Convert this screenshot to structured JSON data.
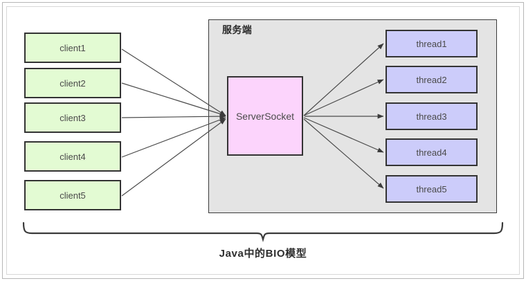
{
  "diagram": {
    "caption": "Java中的BIO模型",
    "server": {
      "label": "服务端",
      "socket": {
        "label": "ServerSocket"
      }
    },
    "clients": [
      {
        "label": "client1"
      },
      {
        "label": "client2"
      },
      {
        "label": "client3"
      },
      {
        "label": "client4"
      },
      {
        "label": "client5"
      }
    ],
    "threads": [
      {
        "label": "thread1"
      },
      {
        "label": "thread2"
      },
      {
        "label": "thread3"
      },
      {
        "label": "thread4"
      },
      {
        "label": "thread5"
      }
    ],
    "colors": {
      "client_fill": "#e3fbd3",
      "thread_fill": "#ccccfa",
      "socket_fill": "#fcd4fc",
      "server_fill": "#e4e4e4",
      "stroke": "#333333",
      "page_background": "#ffffff"
    }
  }
}
